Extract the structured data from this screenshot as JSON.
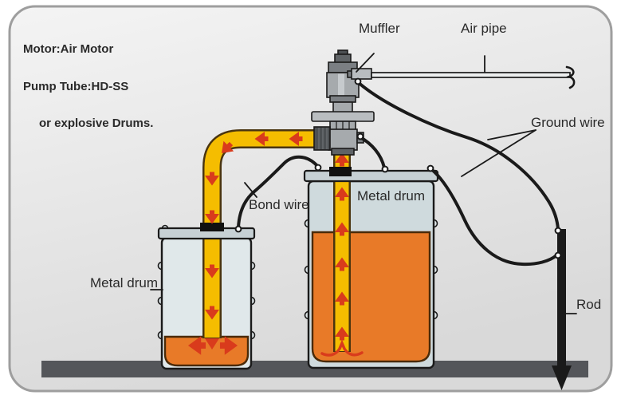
{
  "info": {
    "line1": "Motor:Air Motor",
    "line2": "Pump Tube:HD-SS",
    "line3": "or explosive Drums."
  },
  "labels": {
    "muffler": "Muffler",
    "air_pipe": "Air pipe",
    "ground_wire": "Ground wire",
    "bond_wire": "Bond wire",
    "metal_drum_left": "Metal drum",
    "metal_drum_right": "Metal drum",
    "rod": "Rod"
  },
  "colors": {
    "panel_top": "#F4F4F4",
    "panel_bottom": "#D9D9D9",
    "panel_border": "#9E9E9E",
    "floor": "#54565A",
    "outline": "#1A1A1A",
    "drum_left_body": "#E0E8EA",
    "drum_right_body": "#CFDADD",
    "drum_lid": "#C6D0D4",
    "liquid": "#E87A28",
    "liquid_outline": "#4A2A08",
    "tube_fill": "#F5BD00",
    "tube_outline": "#4A3510",
    "arrow": "#D93B1C",
    "metal_light": "#B9BDC0",
    "metal_mid": "#A6AAAD",
    "metal_band": "#7B7F83",
    "metal_dark": "#5F6366",
    "metal_darker": "#4C5053",
    "pipe_fill": "#EDEFEF",
    "wire": "#1A1A1A",
    "text": "#2A2A2A"
  }
}
